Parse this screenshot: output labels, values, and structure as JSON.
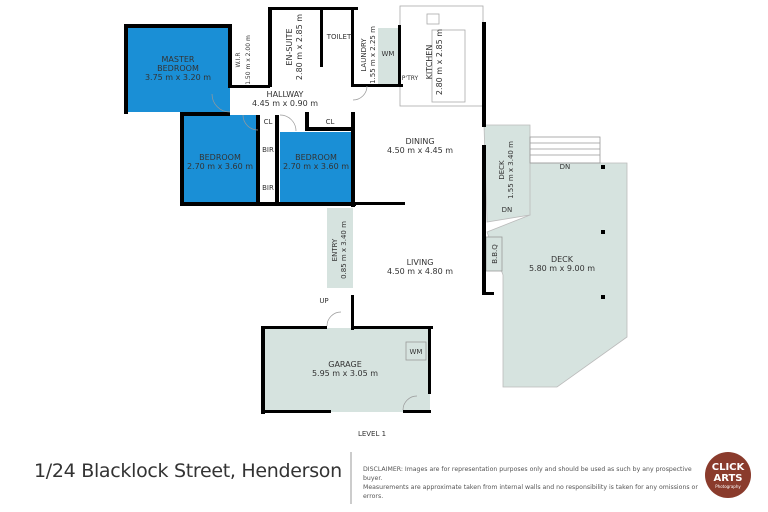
{
  "plan": {
    "level": "LEVEL 1",
    "rooms": {
      "master": {
        "name": "MASTER",
        "name2": "BEDROOM",
        "size": "3.75 m x 3.20 m"
      },
      "wir": {
        "name": "W.I.R",
        "size": "1.50 m x 2.00 m"
      },
      "ensuite": {
        "name": "EN-SUITE",
        "size": "2.80 m x 2.85 m"
      },
      "toilet": {
        "name": "TOILET"
      },
      "laundry": {
        "name": "LAUNDRY",
        "size": "1.55 m x 2.25 m"
      },
      "wm1": {
        "name": "WM"
      },
      "pantry": {
        "name": "P'TRY"
      },
      "kitchen": {
        "name": "KITCHEN",
        "size": "2.80 m x 2.85 m"
      },
      "hallway": {
        "name": "HALLWAY",
        "size": "4.45 m x 0.90 m"
      },
      "cl1": {
        "name": "CL"
      },
      "cl2": {
        "name": "CL"
      },
      "bedroom1": {
        "name": "BEDROOM",
        "size": "2.70 m x 3.60 m"
      },
      "bedroom2": {
        "name": "BEDROOM",
        "size": "2.70 m x 3.60 m"
      },
      "bir1": {
        "name": "BIR"
      },
      "bir2": {
        "name": "BIR"
      },
      "dining": {
        "name": "DINING",
        "size": "4.50 m x 4.45 m"
      },
      "living": {
        "name": "LIVING",
        "size": "4.50 m x 4.80 m"
      },
      "entry": {
        "name": "ENTRY",
        "size": "0.85 m x 3.40 m"
      },
      "up": {
        "name": "UP"
      },
      "deck_small": {
        "name": "DECK",
        "size": "1.55 m x 3.40 m"
      },
      "deck_small_dn": {
        "name": "DN"
      },
      "stairs_dn": {
        "name": "DN"
      },
      "bbq": {
        "name": "B.B.Q"
      },
      "deck": {
        "name": "DECK",
        "size": "5.80 m x 9.00 m"
      },
      "garage": {
        "name": "GARAGE",
        "size": "5.95 m x 3.05 m"
      },
      "wm2": {
        "name": "WM"
      }
    },
    "colors": {
      "bedroom": "#1a8fd6",
      "outdoor": "#d6e3df",
      "wall": "#000000"
    }
  },
  "footer": {
    "address": "1/24 Blacklock Street, Henderson",
    "disclaimer_line1": "DISCLAIMER: Images are for representation purposes only and should be used as such by any prospective buyer.",
    "disclaimer_line2": "Measurements are approximate taken from internal walls and no responsibility is taken for any omissions or errors.",
    "logo_line1": "CLICK",
    "logo_line2": "ARTS",
    "logo_sub": "Photography"
  }
}
